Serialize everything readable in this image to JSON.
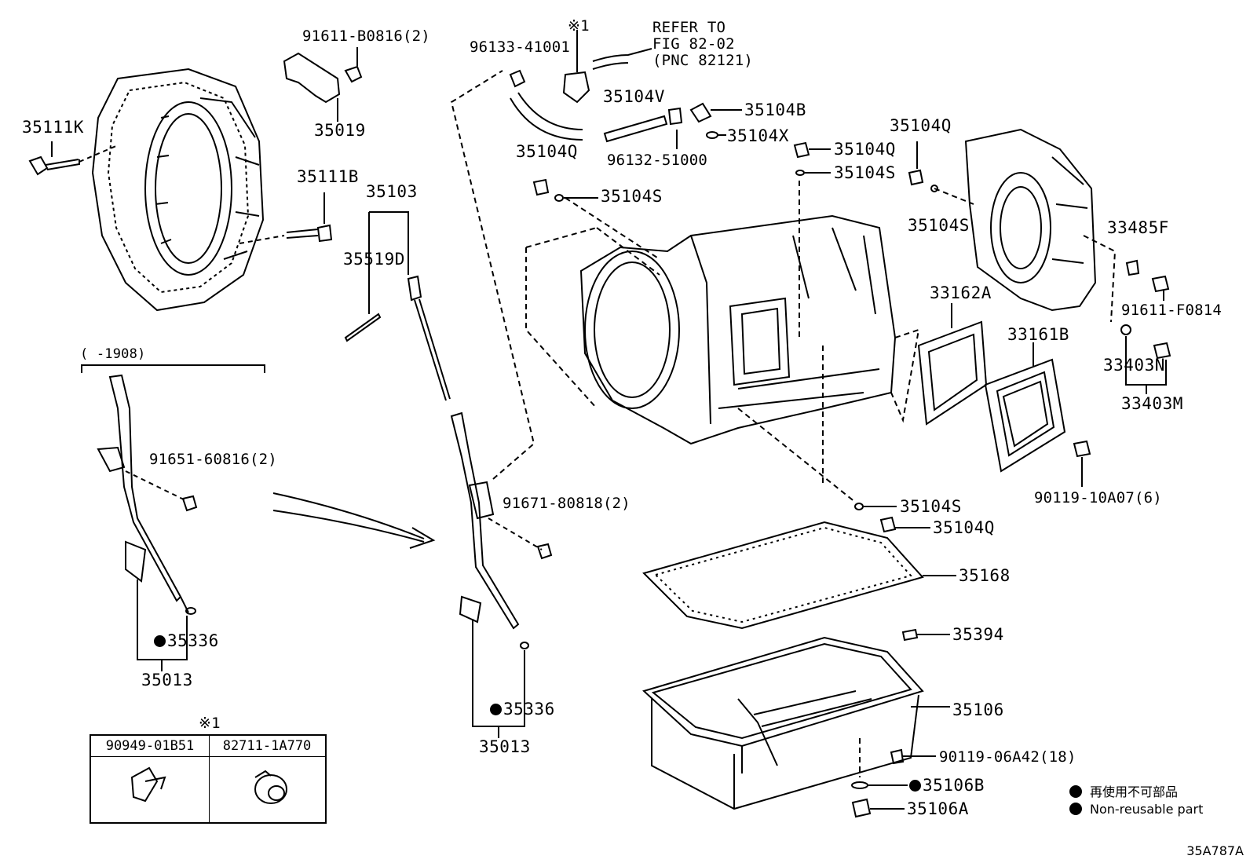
{
  "refer_note": [
    "REFER TO",
    "FIG 82-02",
    "(PNC 82121)"
  ],
  "mark": "※1",
  "labels": {
    "p91611_b0816": "91611-B0816(2)",
    "p35019": "35019",
    "p35111k": "35111K",
    "p35111b": "35111B",
    "p35103": "35103",
    "p35519d": "35519D",
    "p96133": "96133-41001",
    "p35104v": "35104V",
    "p35104b": "35104B",
    "p35104x": "35104X",
    "p96132": "96132-51000",
    "p35104q_a": "35104Q",
    "p35104s_a": "35104S",
    "p35104q_b": "35104Q",
    "p35104s_b": "35104S",
    "p35104q_c": "35104Q",
    "p35104s_c": "35104S",
    "p33485f": "33485F",
    "p33162a": "33162A",
    "p33161b": "33161B",
    "p91611_f0814": "91611-F0814",
    "p33403n": "33403N",
    "p33403m": "33403M",
    "p90119_10a07": "90119-10A07(6)",
    "range": "(    -1908)",
    "p91651": "91651-60816(2)",
    "p35336_a": "35336",
    "p35013_a": "35013",
    "p91671": "91671-80818(2)",
    "p35336_b": "35336",
    "p35013_b": "35013",
    "p35104s_d": "35104S",
    "p35104q_d": "35104Q",
    "p35168": "35168",
    "p35394": "35394",
    "p35106": "35106",
    "p90119_06a42": "90119-06A42(18)",
    "p35106b": "35106B",
    "p35106a": "35106A"
  },
  "table": {
    "mark": "※1",
    "col1": "90949-01B51",
    "col2": "82711-1A770"
  },
  "legend": {
    "ja": "再使用不可部品",
    "en": "Non-reusable part"
  },
  "figure_code": "35A787A"
}
